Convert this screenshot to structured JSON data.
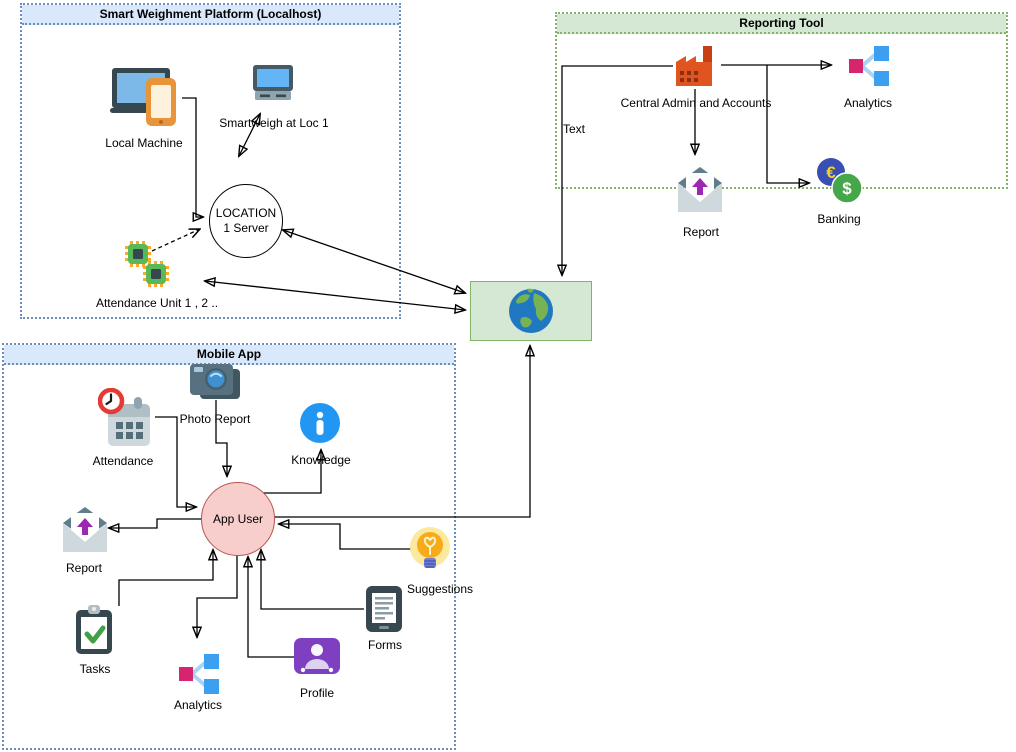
{
  "colors": {
    "group_blue_fill": "#dae8fc",
    "group_blue_border": "#6c8ebf",
    "group_green_fill": "#d5e8d4",
    "group_green_border": "#82b366",
    "app_user_fill": "#f8cecc",
    "app_user_border": "#b85450",
    "edge_color": "#000000"
  },
  "groups": {
    "smart_weighment": {
      "title": "Smart Weighment Platform (Localhost)",
      "nodes": {
        "local_machine": {
          "label": "Local Machine",
          "icon": "laptop-phone-icon"
        },
        "smartweigh": {
          "label": "Smartweigh at Loc 1",
          "icon": "desktop-terminal-icon"
        },
        "location_server": {
          "label_line1": "LOCATION",
          "label_line2": "1 Server"
        },
        "attendance_unit": {
          "label": "Attendance Unit 1 , 2 ..",
          "icon": "chip-icon"
        }
      }
    },
    "reporting_tool": {
      "title": "Reporting Tool",
      "edge_label_internet": "Text",
      "nodes": {
        "central_admin": {
          "label": "Central Admin and Accounts",
          "icon": "factory-icon"
        },
        "analytics": {
          "label": "Analytics",
          "icon": "analytics-icon"
        },
        "report": {
          "label": "Report",
          "icon": "mail-report-icon"
        },
        "banking": {
          "label": "Banking",
          "icon": "banking-coins-icon"
        }
      }
    },
    "mobile_app": {
      "title": "Mobile App",
      "nodes": {
        "photo_report": {
          "label": "Photo Report",
          "icon": "camera-icon"
        },
        "attendance": {
          "label": "Attendance",
          "icon": "calendar-clock-icon"
        },
        "knowledge": {
          "label": "Knowledge",
          "icon": "info-icon"
        },
        "app_user": {
          "label": "App User"
        },
        "report": {
          "label": "Report",
          "icon": "mail-report-icon"
        },
        "suggestions": {
          "label": "Suggestions",
          "icon": "lightbulb-icon"
        },
        "tasks": {
          "label": "Tasks",
          "icon": "clipboard-check-icon"
        },
        "forms": {
          "label": "Forms",
          "icon": "tablet-forms-icon"
        },
        "analytics": {
          "label": "Analytics",
          "icon": "analytics-icon"
        },
        "profile": {
          "label": "Profile",
          "icon": "user-profile-icon"
        }
      }
    },
    "internet_hub": {
      "label": "",
      "icon": "globe-icon"
    }
  }
}
